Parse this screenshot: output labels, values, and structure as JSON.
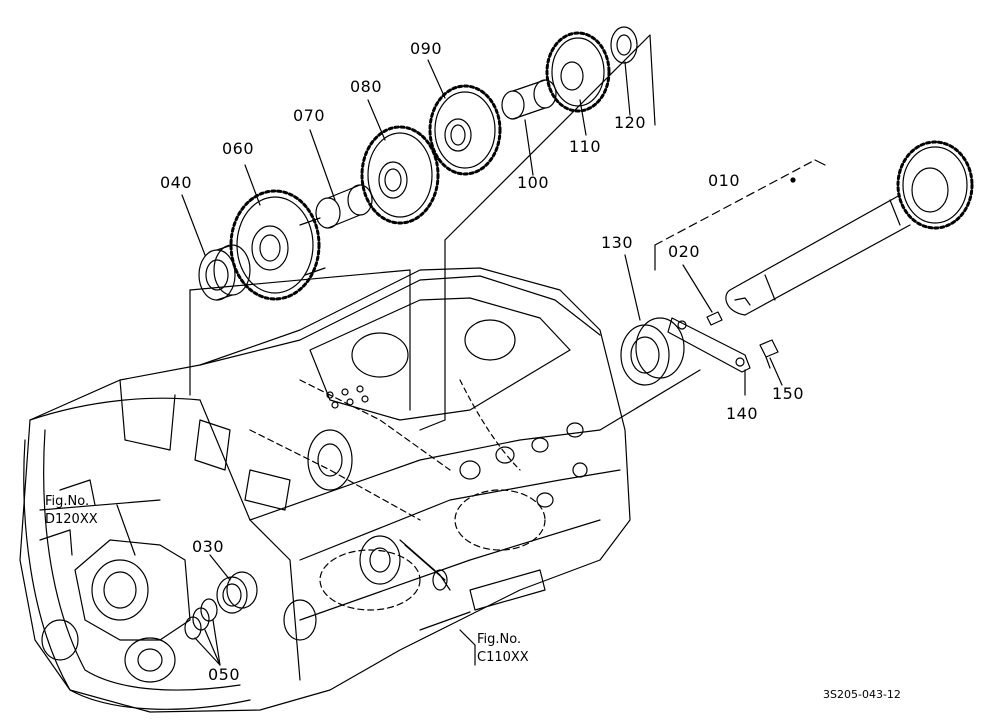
{
  "parts": {
    "p010": "010",
    "p020": "020",
    "p030": "030",
    "p040": "040",
    "p050": "050",
    "p060": "060",
    "p070": "070",
    "p080": "080",
    "p090": "090",
    "p100": "100",
    "p110": "110",
    "p120": "120",
    "p130": "130",
    "p140": "140",
    "p150": "150"
  },
  "refs": {
    "d_title": "Fig.No.",
    "d_code": "D120XX",
    "c_title": "Fig.No.",
    "c_code": "C110XX"
  },
  "drawing_code": "3S205-043-12",
  "colors": {
    "line": "#000000",
    "background": "#ffffff"
  }
}
